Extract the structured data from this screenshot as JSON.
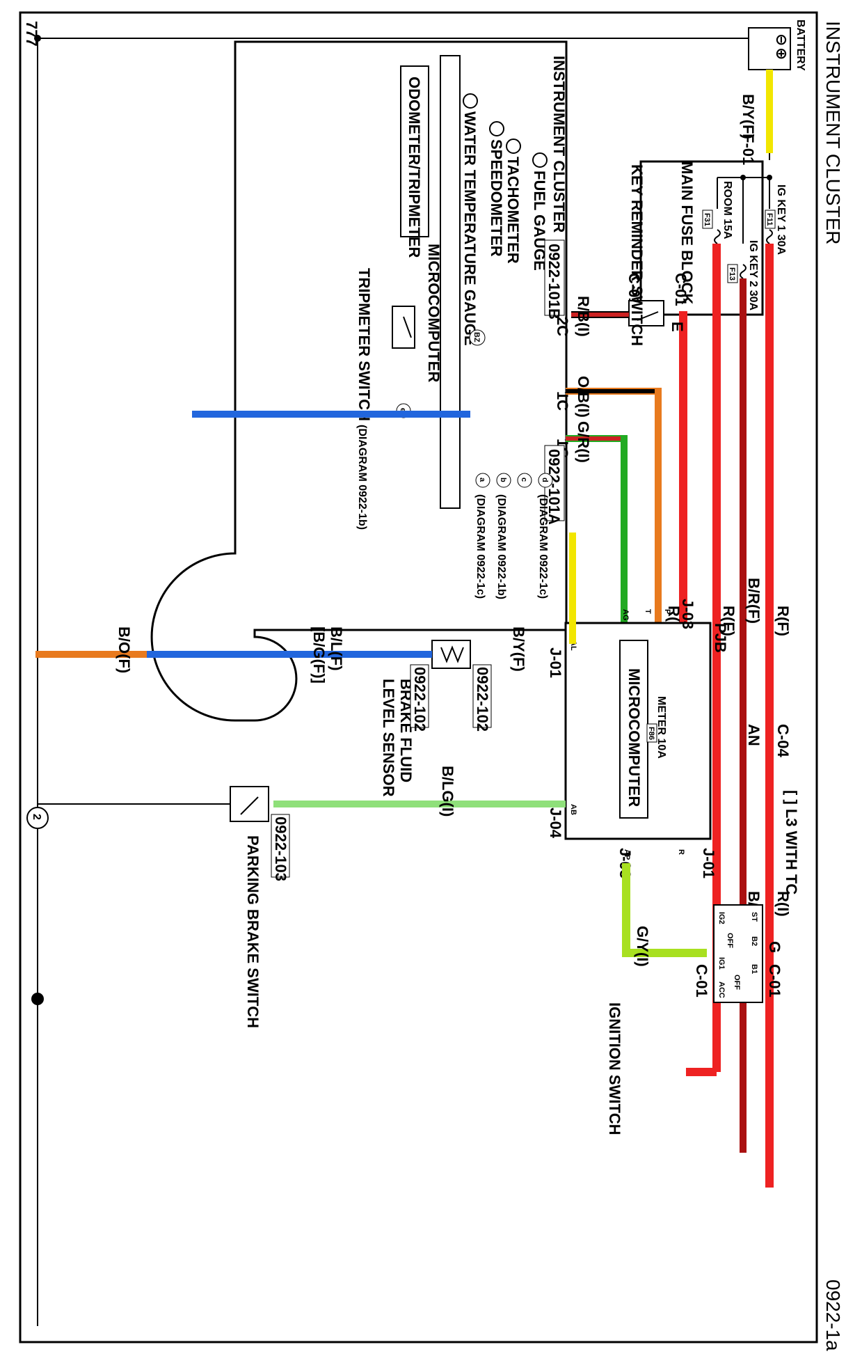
{
  "diagram": {
    "title": "INSTRUMENT CLUSTER",
    "page_id": "0922-1a",
    "note": "[ ] L3 WITH TC"
  },
  "components": {
    "battery": "BATTERY",
    "main_fuse_block": "MAIN FUSE BLOCK",
    "fuse_ig_key1": "IG KEY 1 30A",
    "fuse_ig_key2": "IG KEY 2 30A",
    "fuse_room": "ROOM 15A",
    "fuse_f11": "F11",
    "fuse_f13": "F13",
    "fuse_f31": "F31",
    "key_reminder_switch": "KEY REMINDER SWITCH",
    "instrument_cluster": "INSTRUMENT CLUSTER",
    "water_temp_gauge": "WATER TEMPERATURE GAUGE",
    "speedometer": "SPEEDOMETER",
    "tachometer": "TACHOMETER",
    "fuel_gauge": "FUEL GAUGE",
    "odometer": "ODOMETER/TRIPMETER",
    "microcomputer_cluster": "MICROCOMPUTER",
    "tripmeter_switch": "TRIPMETER SWITCH",
    "pjb": "PJB",
    "microcomputer_pjb": "MICROCOMPUTER",
    "meter_fuse": "METER 10A",
    "fuse_f86": "F86",
    "brake_fluid_sensor_1": "BRAKE FLUID",
    "brake_fluid_sensor_2": "LEVEL SENSOR",
    "parking_brake_switch": "PARKING BRAKE SWITCH",
    "ignition_switch": "IGNITION SWITCH",
    "bz": "BZ",
    "ground_number": "2",
    "ground_symbol": "777"
  },
  "ignition": {
    "st": "ST",
    "ig2": "IG2",
    "off1": "OFF",
    "ig1": "IG1",
    "b2": "B2",
    "b1": "B1",
    "off2": "OFF",
    "acc": "ACC"
  },
  "references": {
    "d101b": "0922-101B",
    "d101a": "0922-101A",
    "d102_top": "0922-102",
    "d102_bottom": "0922-102",
    "d103": "0922-103",
    "diag_1c_a": "(DIAGRAM 0922-1c)",
    "diag_1b": "(DIAGRAM 0922-1b)",
    "diag_1c_b": "(DIAGRAM 0922-1c)",
    "diag_1b_trip": "(DIAGRAM 0922-1b)"
  },
  "connectors": {
    "f01": "F-01",
    "c01_key_top": "C-01",
    "c01_key_left": "C-01",
    "e": "E",
    "c04": "C-04",
    "an": "AN",
    "j03_top": "J-03",
    "j01_left": "J-01",
    "j04": "J-04",
    "j01_right": "J-01",
    "j03_bottom": "J-03",
    "c01_ign_g": "G",
    "c01_ign_top": "C-01",
    "c01_ign_left": "C-01",
    "pin_2c": "2C",
    "pin_1c": "1C",
    "pin_1g": "1G"
  },
  "pins": {
    "a": "a",
    "b": "b",
    "c": "c",
    "d": "d",
    "e": "e",
    "p": "P",
    "t": "T",
    "ag": "AG",
    "al": "AL",
    "ab": "AB",
    "ap": "AP",
    "r": "R"
  },
  "wires": {
    "by_f": "B/Y(F)",
    "r_f_top": "R(F)",
    "br_f": "B/R(F)",
    "r_f_room": "R(F)",
    "r_i": "R(I)",
    "rb_i": "R/B(I)",
    "ob_i": "O/B(I)",
    "gr_i": "G/R(I)",
    "r_i_lower": "R(I)",
    "br_i": "B/R(I)",
    "by_f_sensor": "B/Y(F)",
    "bl_f": "B/L(F)",
    "bg_f": "[B/G(F)]",
    "bo_f": "B/O(F)",
    "blg_i": "B/LG(I)",
    "gy_i": "G/Y(I)"
  },
  "colors": {
    "red": "#ee2222",
    "dark_red": "#aa1111",
    "black": "#000000",
    "yellow": "#f2e600",
    "orange": "#e87a1e",
    "green": "#22aa22",
    "lime": "#a8e020",
    "light_green": "#8fe07a",
    "blue": "#2266dd"
  }
}
